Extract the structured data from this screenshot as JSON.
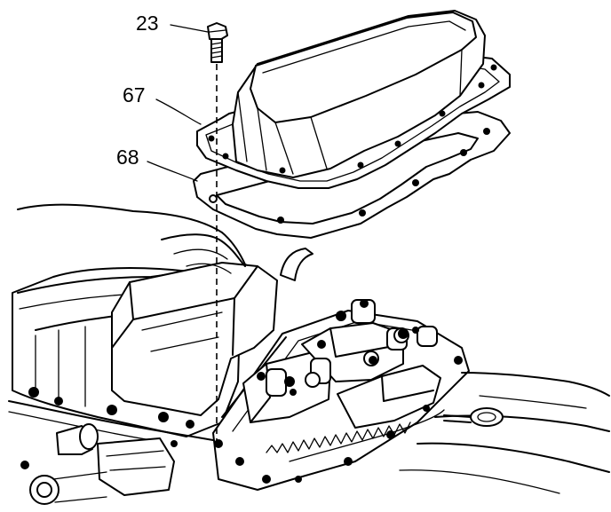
{
  "callouts": [
    {
      "label": "23",
      "part": "bolt"
    },
    {
      "label": "67",
      "part": "cover"
    },
    {
      "label": "68",
      "part": "gasket"
    }
  ]
}
